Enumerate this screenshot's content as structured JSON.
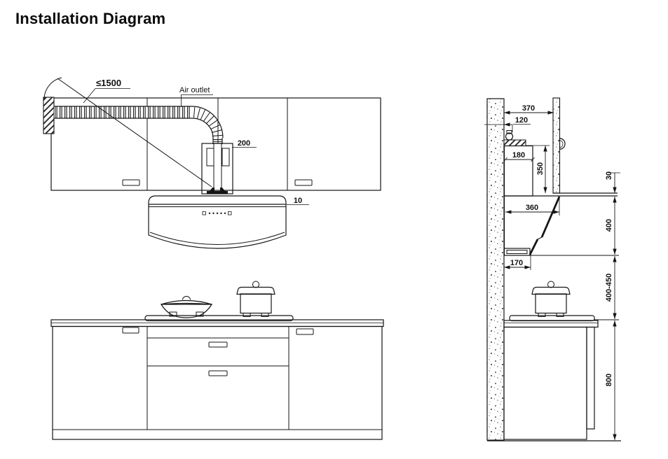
{
  "title": "Installation Diagram",
  "front_view": {
    "max_duct_length": "≤1500",
    "air_outlet_label": "Air outlet",
    "chimney_width": "200",
    "hood_top_clearance": "10"
  },
  "side_view": {
    "wall_to_cabinet_front": "370",
    "duct_center_offset": "120",
    "chimney_depth": "180",
    "chimney_height": "350",
    "cabinet_bottom_gap": "30",
    "hood_depth": "360",
    "hood_front_height": "400",
    "hood_bottom_depth": "170",
    "hood_to_cooktop": "400-450",
    "counter_height": "800"
  },
  "colors": {
    "ink": "#151515",
    "background": "#ffffff"
  }
}
